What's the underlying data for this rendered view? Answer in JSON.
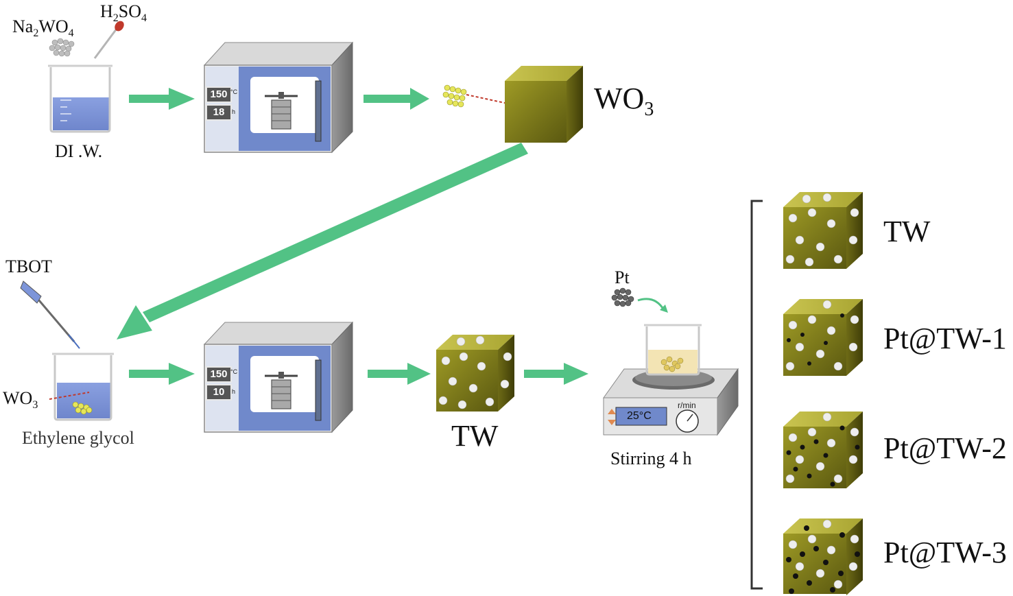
{
  "colors": {
    "arrow": "#52c285",
    "cube": "#8f8c1c",
    "oven_window": "#6f88c9",
    "liquid": "#7d95d9",
    "tio2": "#e9e9e9",
    "pt": "#111111"
  },
  "step1": {
    "precursor1": "Na",
    "precursor1_sub": "2",
    "precursor1_rest": "WO",
    "precursor1_sub2": "4",
    "acid": "H",
    "acid_sub": "2",
    "acid_rest": "SO",
    "acid_sub2": "4",
    "solvent": "DI .W."
  },
  "oven1": {
    "temp": "150",
    "time": "18",
    "temp_unit": "°C",
    "time_unit": "h"
  },
  "product1": {
    "label": "WO",
    "sub": "3"
  },
  "step2": {
    "reagent": "TBOT",
    "inbeaker": "WO",
    "inbeaker_sub": "3",
    "solvent": "Ethylene glycol"
  },
  "oven2": {
    "temp": "150",
    "time": "10",
    "temp_unit": "°C",
    "time_unit": "h"
  },
  "product2": {
    "label": "TW"
  },
  "step3": {
    "metal": "Pt",
    "temp": "25°C",
    "rpm": "r/min",
    "caption": "Stirring 4 h"
  },
  "samples": [
    "TW",
    "Pt@TW-1",
    "Pt@TW-2",
    "Pt@TW-3"
  ],
  "icons": [
    "beaker-icon",
    "dropper-icon",
    "oven-icon",
    "autoclave-icon",
    "cube-icon",
    "pipette-icon",
    "stirrer-icon"
  ]
}
